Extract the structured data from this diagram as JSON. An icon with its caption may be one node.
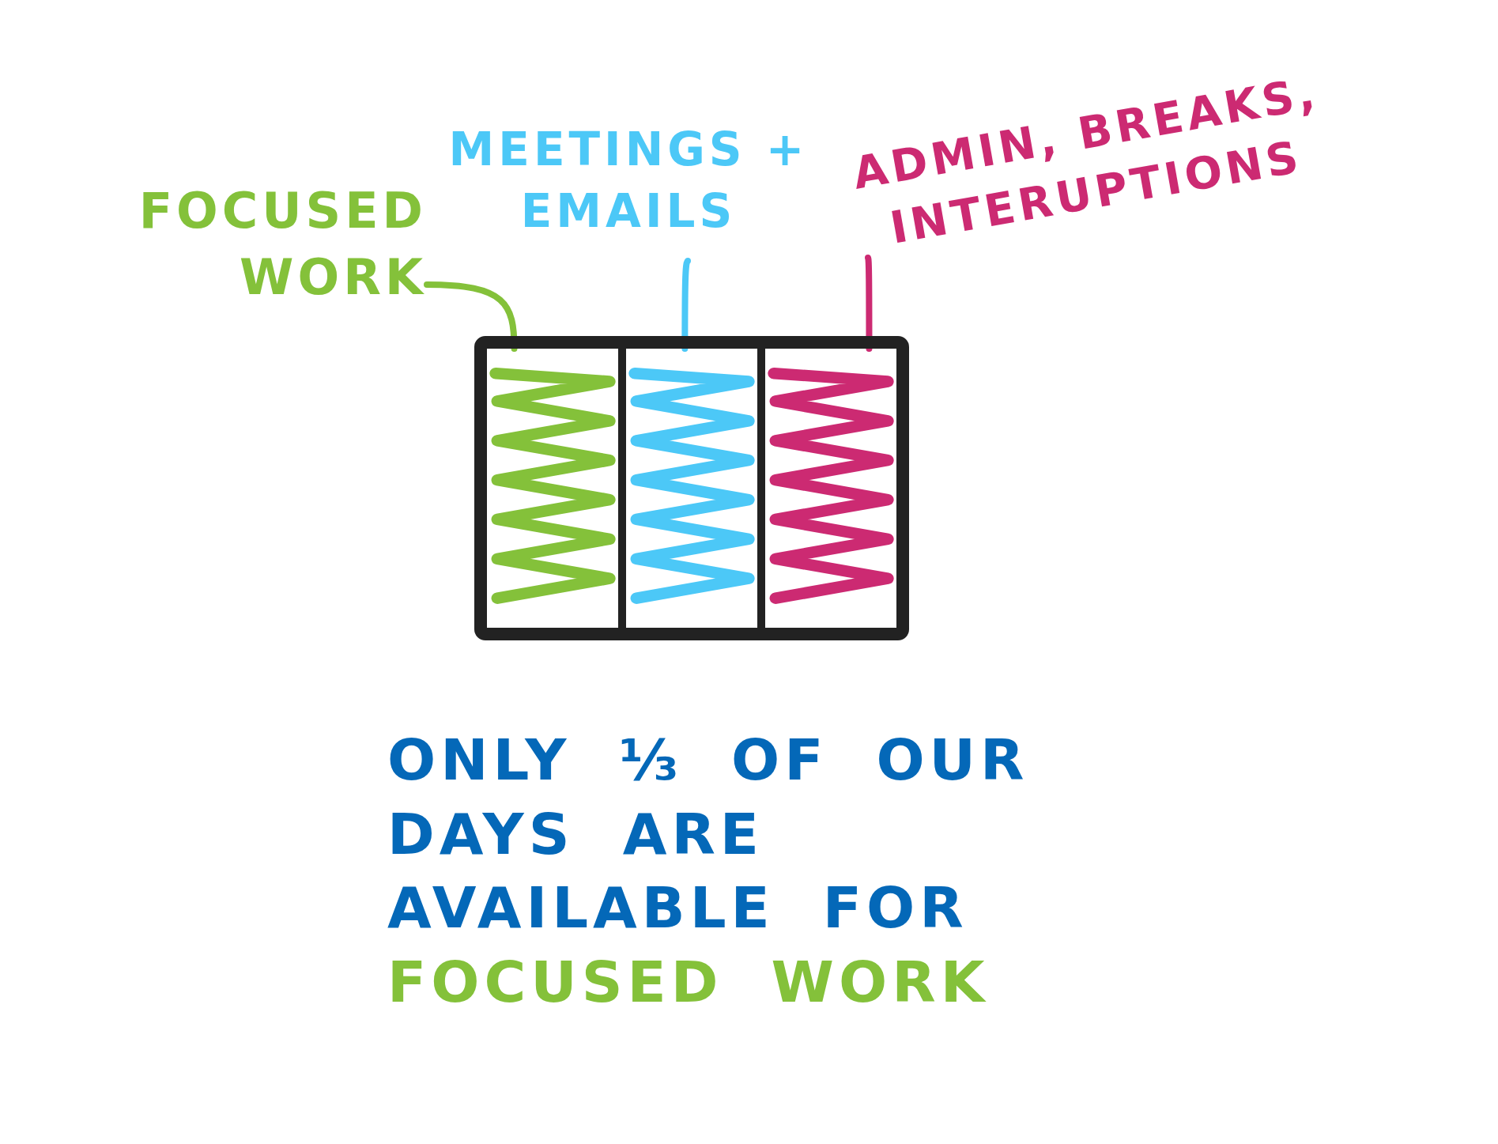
{
  "diagram": {
    "nodes": [
      {
        "text": [
          "FOCUSED WORK"
        ]
      },
      {
        "text": [
          "MEETINGS + EMAILS"
        ]
      },
      {
        "text": [
          "ADMIN, BREAKS, INTERUPTIONS"
        ]
      },
      {
        "text": [],
        "shape": "box"
      },
      {
        "text": [],
        "shape": "bar",
        "in": 3
      },
      {
        "text": [],
        "shape": "bar",
        "in": 3
      },
      {
        "text": [],
        "shape": "bar",
        "in": 3
      }
    ],
    "edges": [
      {
        "from": 0,
        "to": 4,
        "arrow": "none",
        "color": "#84c13a"
      },
      {
        "from": 1,
        "to": 5,
        "arrow": "none",
        "color": "#4cc8f7"
      },
      {
        "from": 2,
        "to": 6,
        "arrow": "none",
        "color": "#cc2a72"
      }
    ],
    "labels": [
      "ONLY ⅓ OF OUR DAYS ARE AVAILABLE FOR",
      "FOCUSED WORK"
    ]
  }
}
